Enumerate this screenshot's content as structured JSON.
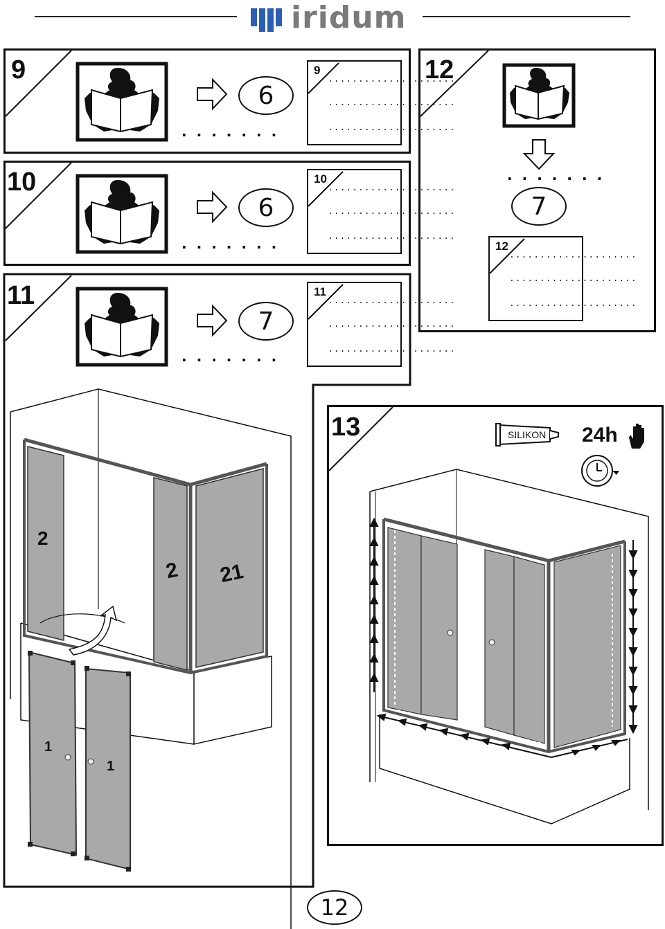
{
  "brand": {
    "name": "iridum",
    "logo_color": "#2b5fb4"
  },
  "steps": [
    {
      "number": "9",
      "note_number": "9",
      "ref": "6",
      "dots": "......."
    },
    {
      "number": "10",
      "note_number": "10",
      "ref": "6",
      "dots": "......."
    },
    {
      "number": "11",
      "note_number": "11",
      "ref": "7",
      "dots": "......."
    },
    {
      "number": "12",
      "note_number": "12",
      "ref": "7",
      "dots": "......."
    }
  ],
  "note_lines": ".....................",
  "step13": {
    "number": "13",
    "silicone_label": "SILIKON",
    "cure_time": "24h"
  },
  "assembly_labels": {
    "fixed_panel_left": "2",
    "fixed_panel_right": "2",
    "side_panel": "21",
    "door_left": "1",
    "door_right": "1"
  },
  "page_number": "12"
}
